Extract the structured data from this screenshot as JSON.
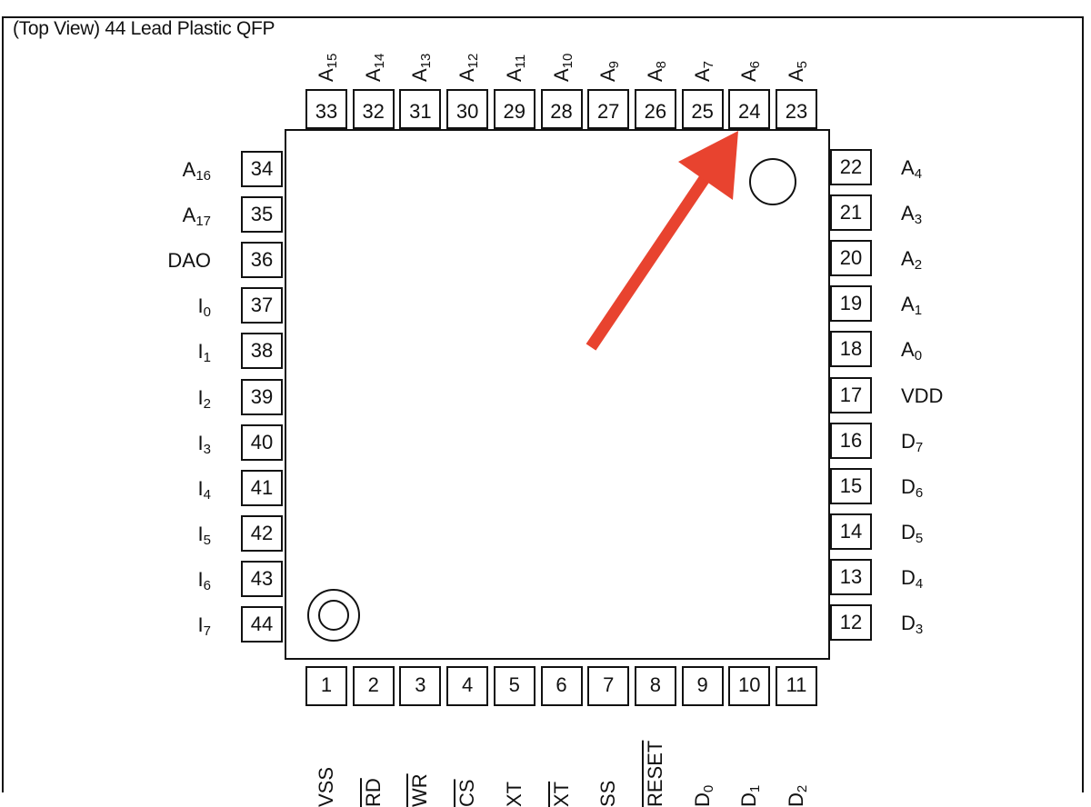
{
  "title": "(Top View) 44 Lead Plastic QFP",
  "arrow_color": "#e8432f",
  "pins_top": [
    {
      "num": "33",
      "name": "A",
      "sub": "15",
      "bar": false
    },
    {
      "num": "32",
      "name": "A",
      "sub": "14",
      "bar": false
    },
    {
      "num": "31",
      "name": "A",
      "sub": "13",
      "bar": false
    },
    {
      "num": "30",
      "name": "A",
      "sub": "12",
      "bar": false
    },
    {
      "num": "29",
      "name": "A",
      "sub": "11",
      "bar": false
    },
    {
      "num": "28",
      "name": "A",
      "sub": "10",
      "bar": false
    },
    {
      "num": "27",
      "name": "A",
      "sub": "9",
      "bar": false
    },
    {
      "num": "26",
      "name": "A",
      "sub": "8",
      "bar": false
    },
    {
      "num": "25",
      "name": "A",
      "sub": "7",
      "bar": false
    },
    {
      "num": "24",
      "name": "A",
      "sub": "6",
      "bar": false
    },
    {
      "num": "23",
      "name": "A",
      "sub": "5",
      "bar": false
    }
  ],
  "pins_left": [
    {
      "num": "34",
      "name": "A",
      "sub": "16",
      "bar": false
    },
    {
      "num": "35",
      "name": "A",
      "sub": "17",
      "bar": false
    },
    {
      "num": "36",
      "name": "DAO",
      "sub": "",
      "bar": false
    },
    {
      "num": "37",
      "name": "I",
      "sub": "0",
      "bar": false
    },
    {
      "num": "38",
      "name": "I",
      "sub": "1",
      "bar": false
    },
    {
      "num": "39",
      "name": "I",
      "sub": "2",
      "bar": false
    },
    {
      "num": "40",
      "name": "I",
      "sub": "3",
      "bar": false
    },
    {
      "num": "41",
      "name": "I",
      "sub": "4",
      "bar": false
    },
    {
      "num": "42",
      "name": "I",
      "sub": "5",
      "bar": false
    },
    {
      "num": "43",
      "name": "I",
      "sub": "6",
      "bar": false
    },
    {
      "num": "44",
      "name": "I",
      "sub": "7",
      "bar": false
    }
  ],
  "pins_right": [
    {
      "num": "22",
      "name": "A",
      "sub": "4",
      "bar": false
    },
    {
      "num": "21",
      "name": "A",
      "sub": "3",
      "bar": false
    },
    {
      "num": "20",
      "name": "A",
      "sub": "2",
      "bar": false
    },
    {
      "num": "19",
      "name": "A",
      "sub": "1",
      "bar": false
    },
    {
      "num": "18",
      "name": "A",
      "sub": "0",
      "bar": false
    },
    {
      "num": "17",
      "name": "VDD",
      "sub": "",
      "bar": false
    },
    {
      "num": "16",
      "name": "D",
      "sub": "7",
      "bar": false
    },
    {
      "num": "15",
      "name": "D",
      "sub": "6",
      "bar": false
    },
    {
      "num": "14",
      "name": "D",
      "sub": "5",
      "bar": false
    },
    {
      "num": "13",
      "name": "D",
      "sub": "4",
      "bar": false
    },
    {
      "num": "12",
      "name": "D",
      "sub": "3",
      "bar": false
    }
  ],
  "pins_bottom": [
    {
      "num": "1",
      "name": "VSS",
      "sub": "",
      "bar": false
    },
    {
      "num": "2",
      "name": "RD",
      "sub": "",
      "bar": true
    },
    {
      "num": "3",
      "name": "WR",
      "sub": "",
      "bar": true
    },
    {
      "num": "4",
      "name": "CS",
      "sub": "",
      "bar": true
    },
    {
      "num": "5",
      "name": "XT",
      "sub": "",
      "bar": false
    },
    {
      "num": "6",
      "name": "XT",
      "sub": "",
      "bar": true
    },
    {
      "num": "7",
      "name": "SS",
      "sub": "",
      "bar": false
    },
    {
      "num": "8",
      "name": "RESET",
      "sub": "",
      "bar": true
    },
    {
      "num": "9",
      "name": "D",
      "sub": "0",
      "bar": false
    },
    {
      "num": "10",
      "name": "D",
      "sub": "1",
      "bar": false
    },
    {
      "num": "11",
      "name": "D",
      "sub": "2",
      "bar": false
    }
  ]
}
